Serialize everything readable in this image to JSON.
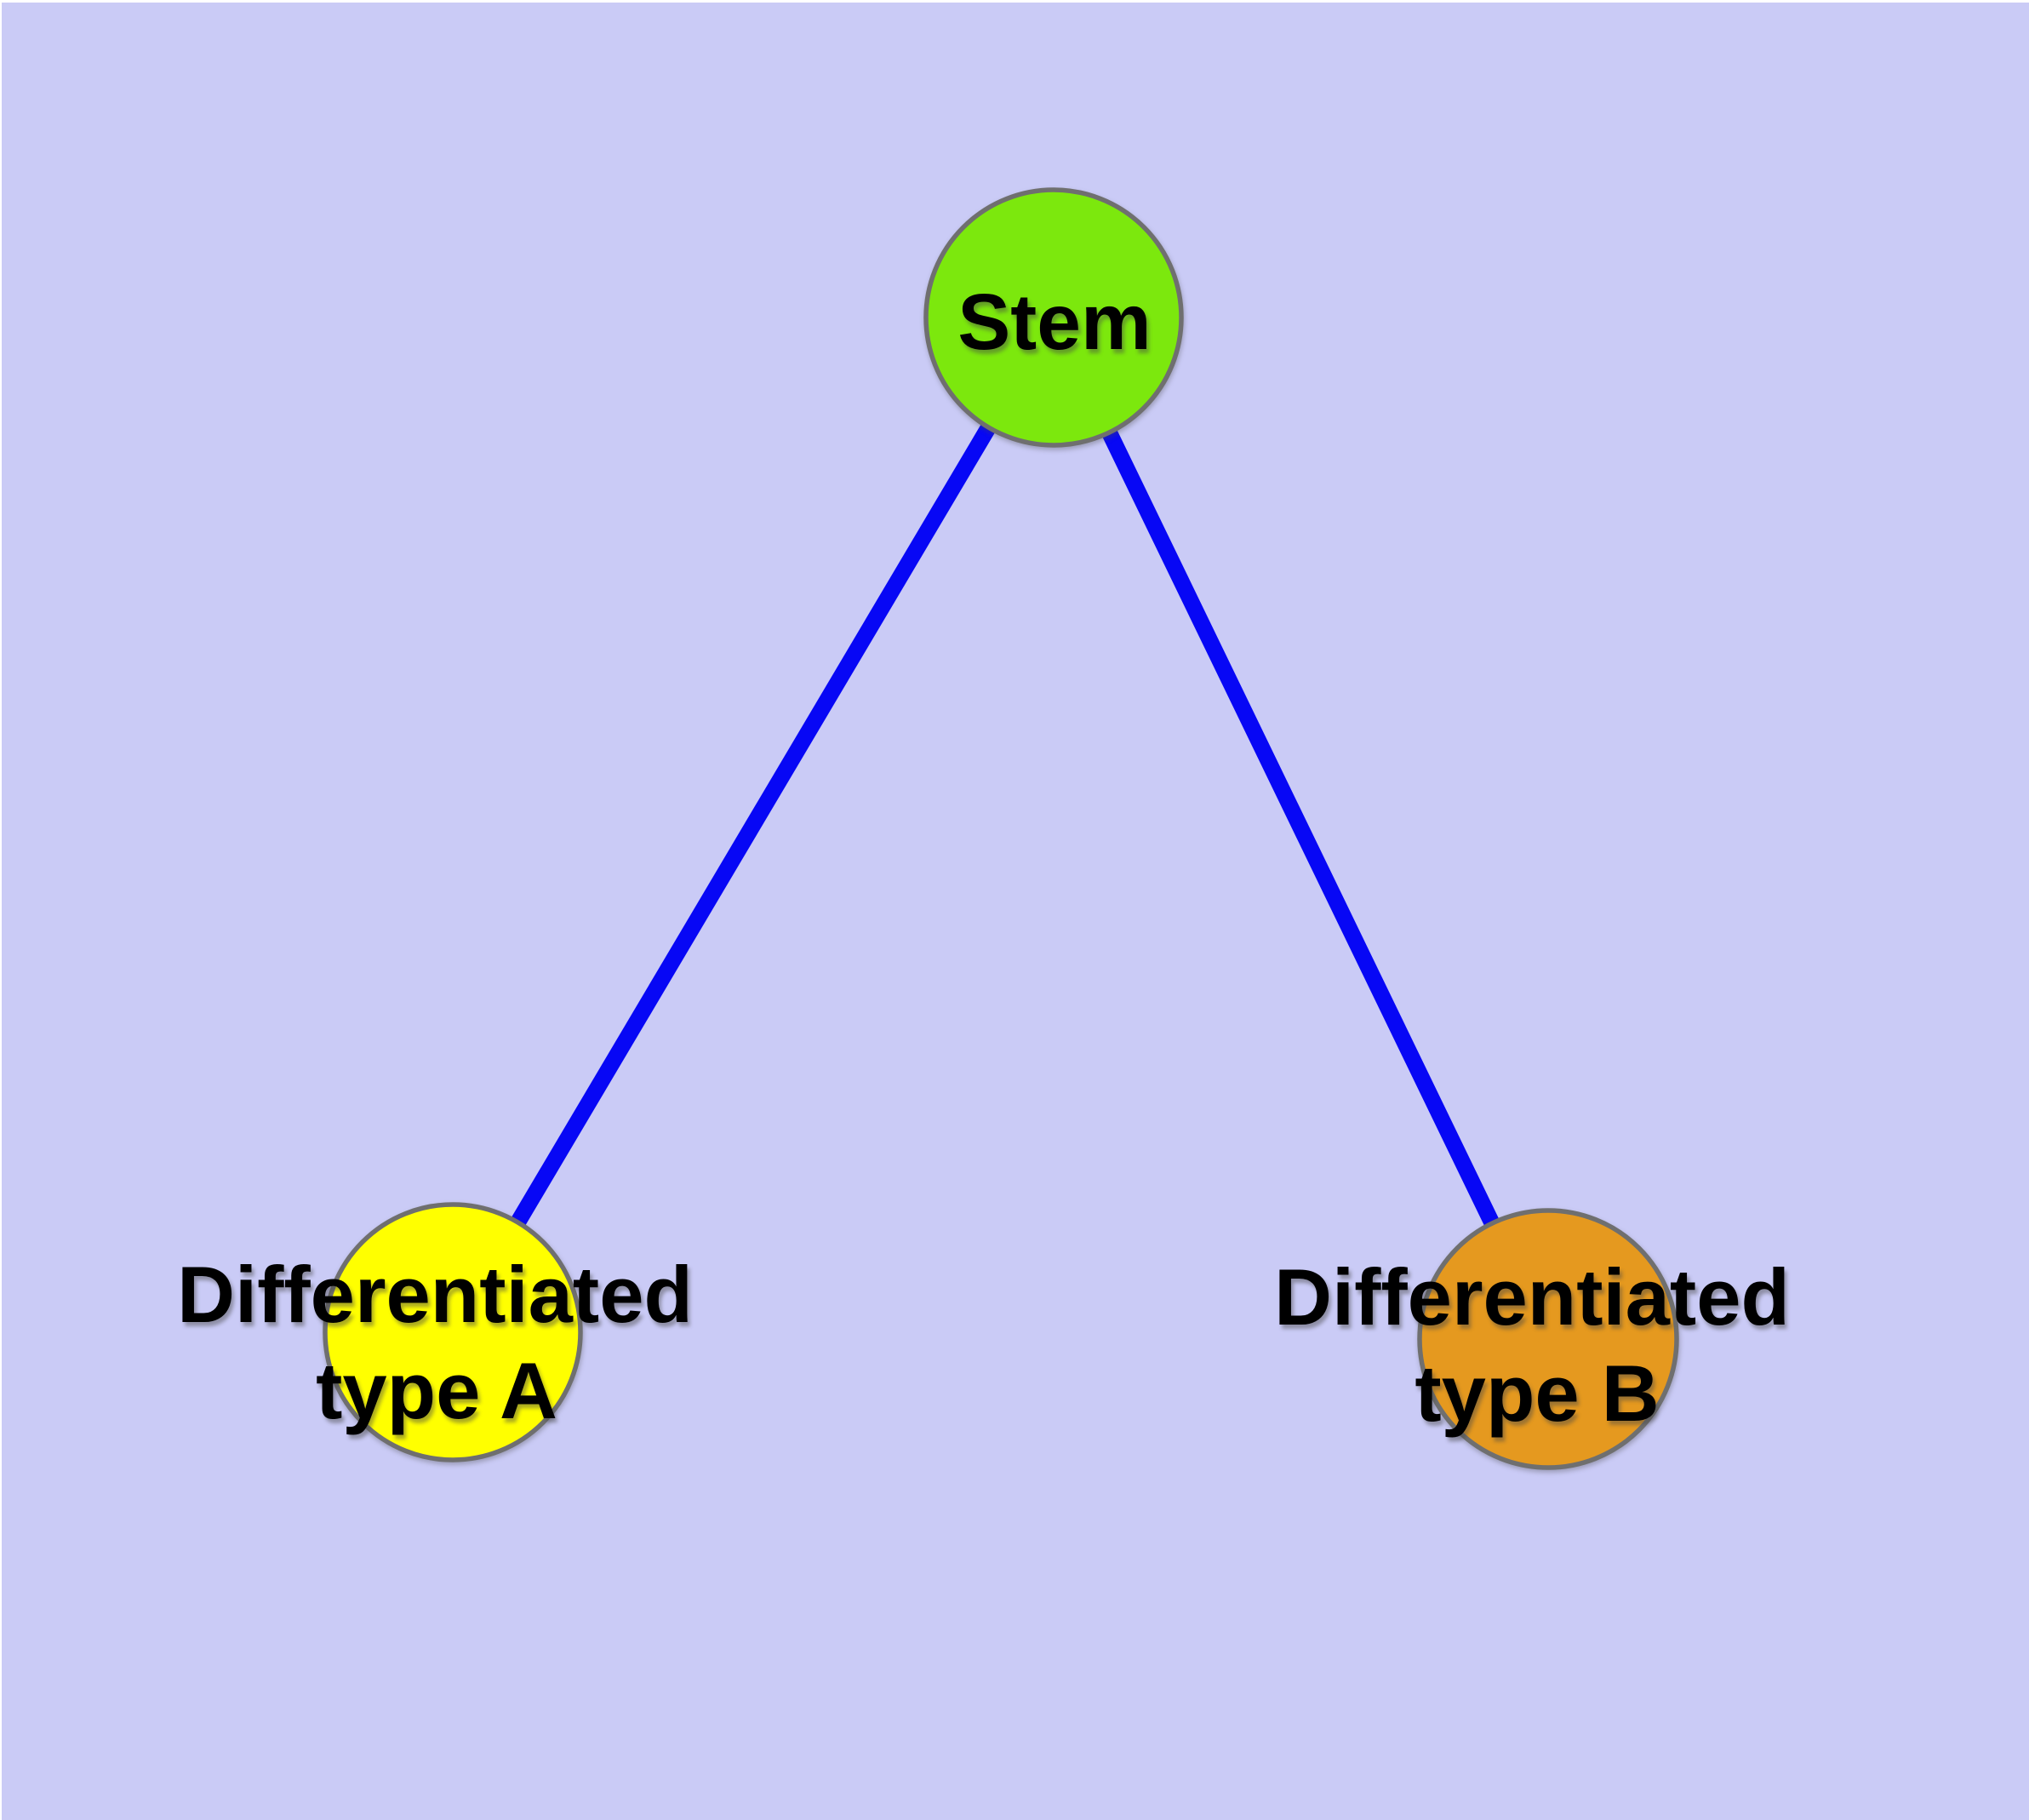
{
  "diagram": {
    "nodes": {
      "stem": {
        "id": "Stem",
        "label": "Stem",
        "fill": "#7CE80D"
      },
      "type_a": {
        "id": "Type A",
        "label_line1": "Differentiated",
        "label_line2": "type A",
        "fill": "#FFFF00"
      },
      "type_b": {
        "id": "Type B",
        "label_line1": "Differentiated",
        "label_line2": "type B",
        "fill": "#E5991F"
      }
    },
    "edges": [
      {
        "from": "Stem",
        "to": "Type A"
      },
      {
        "from": "Stem",
        "to": "Type B"
      }
    ],
    "colors": {
      "background": "#CACBF6",
      "page": "#FFFFFF",
      "edge": "#0707F5",
      "node_border": "#6F6F6F",
      "label_text": "#000000"
    }
  }
}
